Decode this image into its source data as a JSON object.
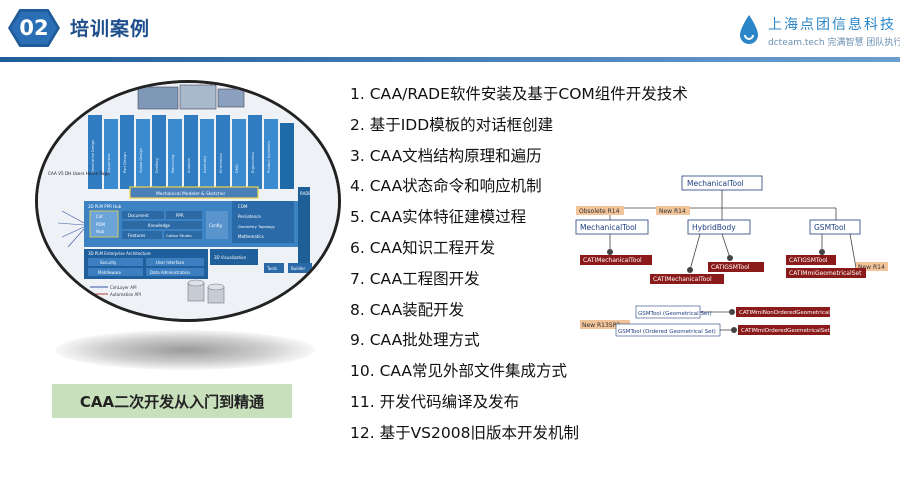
{
  "header": {
    "section_number": "02",
    "section_title": "培训案例",
    "logo_cn": "上海点团信息科技",
    "logo_en": "dcteam.tech 完满智慧 团队执行"
  },
  "caption": "CAA二次开发从入门到精通",
  "courses": [
    "1. CAA/RADE软件安装及基于COM组件开发技术",
    "2. 基于IDD模板的对话框创建",
    "3. CAA文档结构原理和遍历",
    "4. CAA状态命令和响应机制",
    "5. CAA实体特征建模过程",
    "6. CAA知识工程开发",
    "7. CAA工程图开发",
    "8. CAA装配开发",
    "9. CAA批处理方式",
    "10. CAA常见外部文件集成方式",
    "11. 开发代码编译及发布",
    "12. 基于VS2008旧版本开发机制"
  ],
  "architecture": {
    "left_label": "CAA V5 DH Users Home Page",
    "mech_bar": "Mechanical Modeler & Sketcher",
    "platform_label": "3D PLM PPR Hub",
    "cat": "Cat",
    "pdm": "PDM",
    "hub": "Hub",
    "document": "Document",
    "ppr": "PPR",
    "knowledge": "Knowledge",
    "features": "Features",
    "cation": "Cation Studio",
    "config": "Config",
    "com": "COM",
    "persistence": "Persistence",
    "geometry": "Geometry Topology",
    "mathematics": "Mathematics",
    "rade": "RADE",
    "foundation": "3D PLM Enterprise Architecture",
    "security": "Security",
    "ui": "User Interface",
    "middleware": "Middleware",
    "data_admin": "Data Administration",
    "visualization": "3D Visualization",
    "tools": "Tools",
    "builder": "Builder",
    "legend1": "CimLayer API",
    "legend2": "Automation API",
    "columns": [
      "Generative Design",
      "Equipment",
      "Part Design",
      "Shape Design",
      "Drafting",
      "Machining",
      "Analysis",
      "Assembly",
      "Kinematics",
      "DMU",
      "Ergonomics",
      "Product Synthesis"
    ]
  },
  "class_diagram": {
    "root": "MechanicalTool",
    "obsolete_badge": "Obsolete R14",
    "new_r14_badge": "New R14",
    "new_r14_badge2": "New R14",
    "new_r13_badge": "New R13SP3",
    "mech_tool": "MechanicalTool",
    "hybrid_body": "HybridBody",
    "gsm_tool": "GSMTool",
    "cati_mech_tool": "CATIMechanicalTool",
    "cati_mech_tool2": "CATIMechanicalTool",
    "cati_gsm_tool": "CATIGSMTool",
    "cati_gsm_tool2": "CATIGSMTool",
    "cati_mmi_geom_set": "CATIMmiGeometricalSet",
    "gsm_geom_set": "GSMTool (Geometrical Set)",
    "gsm_ordered_set": "GSMTool (Ordered Geometrical Set)",
    "cati_nonordered": "CATIMmiNonOrderedGeometricalSet",
    "cati_ordered": "CATIMmiOrderedGeometricalSet"
  },
  "colors": {
    "brand_blue": "#1f5c99",
    "caption_bg": "#c8e0bc",
    "dark_red": "#8b1a1a",
    "badge_orange": "#f2c49a"
  }
}
